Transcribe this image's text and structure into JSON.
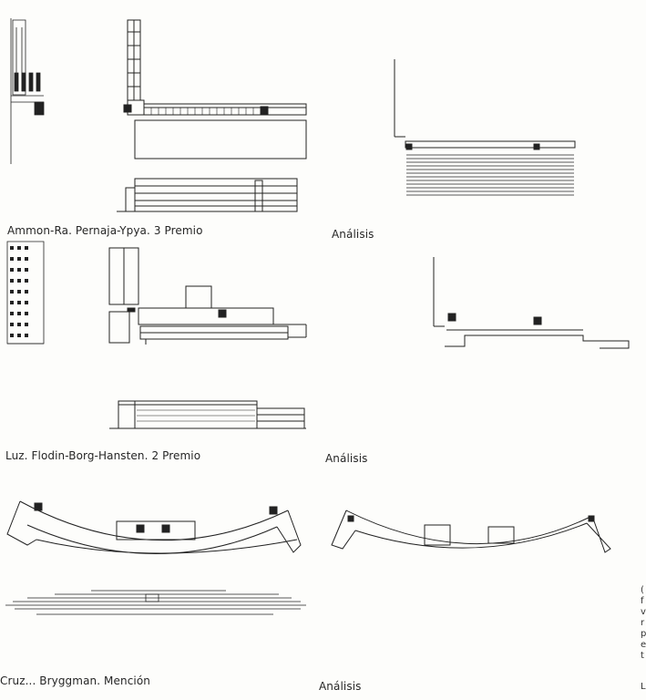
{
  "captions": {
    "row1_project": "Ammon-Ra. Pernaja-Ypya. 3 Premio",
    "row1_analysis": "Análisis",
    "row2_project": "Luz. Flodin-Borg-Hansten. 2 Premio",
    "row2_analysis": "Análisis",
    "row3_project": "Cruz... Bryggman. Mención",
    "row3_analysis": "Análisis"
  },
  "margin_letters": [
    "(",
    "f",
    "v",
    "r",
    "p",
    "e",
    "t"
  ],
  "margin_bottom_letter": "L",
  "colors": {
    "ink": "#222222",
    "paper": "#fdfdfb"
  }
}
